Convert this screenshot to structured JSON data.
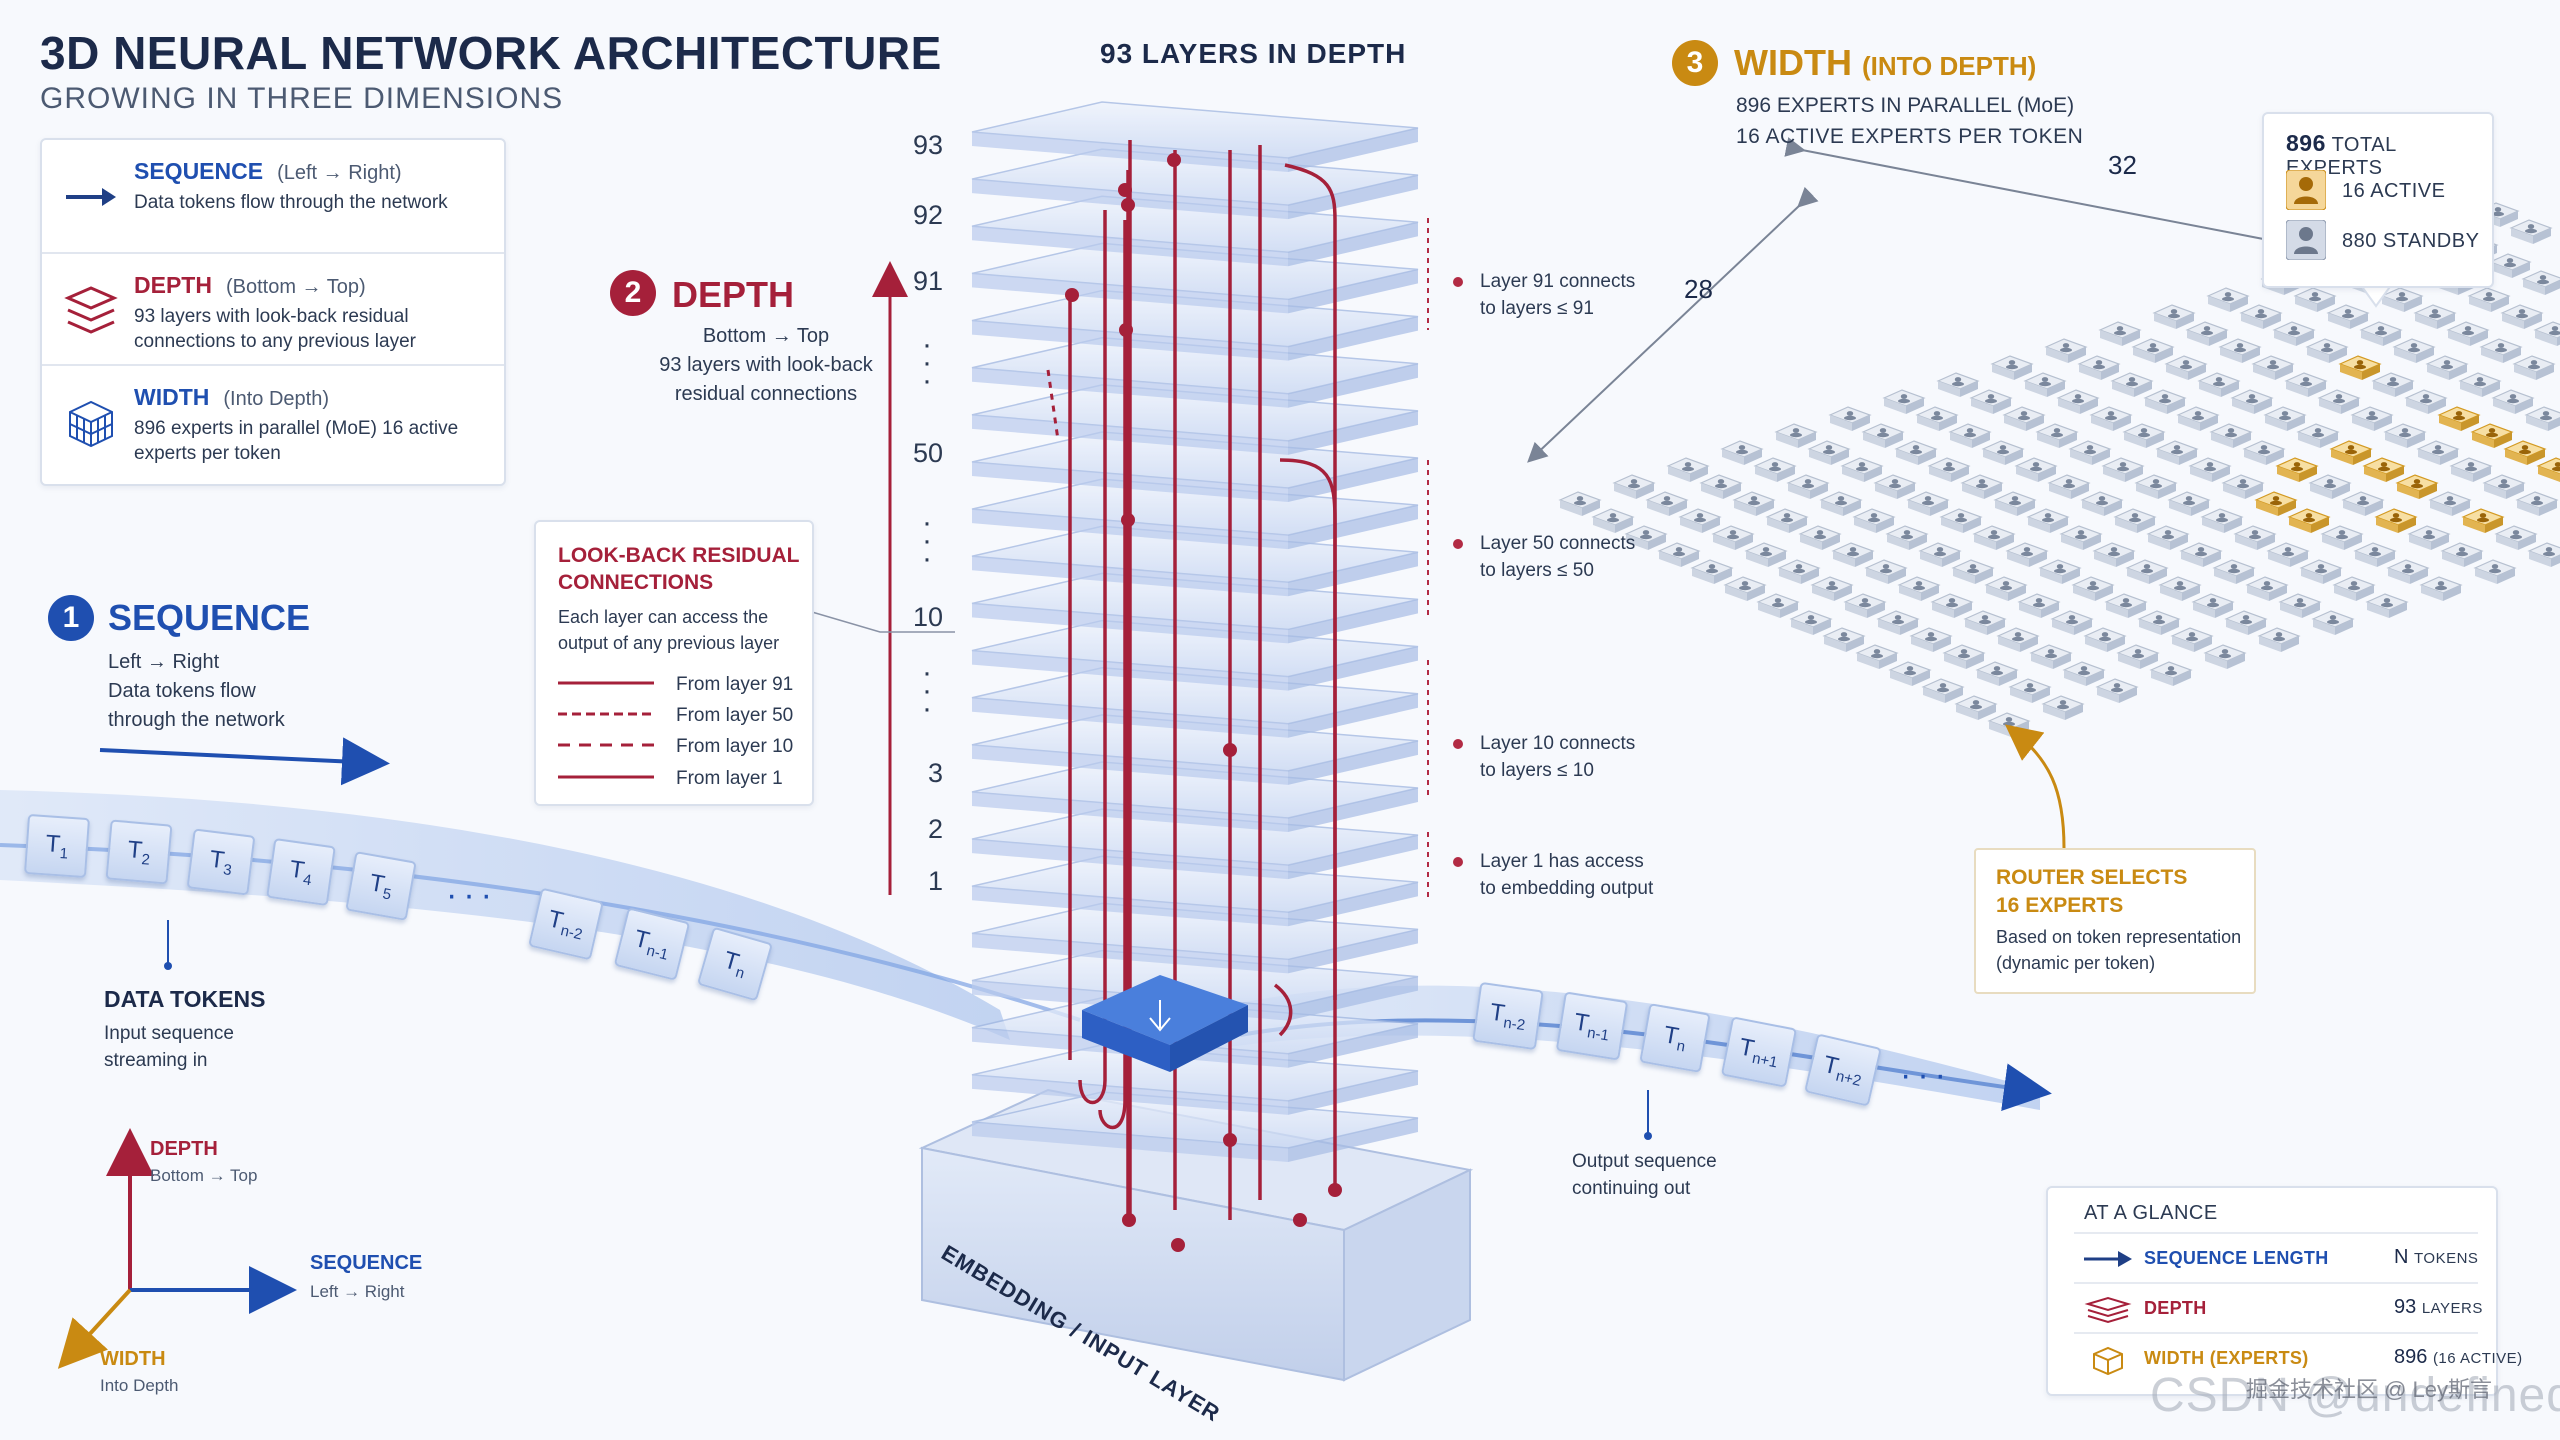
{
  "title": "3D NEURAL NETWORK ARCHITECTURE",
  "subtitle": "GROWING IN THREE DIMENSIONS",
  "legend": [
    {
      "title": "SEQUENCE",
      "hint": "(Left → Right)",
      "desc": "Data tokens flow through the network",
      "icon": "arrow-right-icon",
      "color": "#1f4fb0"
    },
    {
      "title": "DEPTH",
      "hint": "(Bottom → Top)",
      "desc": "93 layers with look-back residual connections to any previous layer",
      "icon": "stacked-layers-icon",
      "color": "#a5203a"
    },
    {
      "title": "WIDTH",
      "hint": "(Into Depth)",
      "desc": "896 experts in parallel (MoE) 16 active experts per token",
      "icon": "cube-grid-icon",
      "color": "#1f4fb0"
    }
  ],
  "sequence_section": {
    "number": "1",
    "title": "SEQUENCE",
    "line1": "Left → Right",
    "line2": "Data tokens flow",
    "line3": "through the network"
  },
  "depth_section": {
    "number": "2",
    "title": "DEPTH",
    "line1": "Bottom → Top",
    "line2": "93 layers with look-back",
    "line3": "residual connections"
  },
  "width_section": {
    "number": "3",
    "title": "WIDTH",
    "title_hint": "(INTO DEPTH)",
    "line1": "896 EXPERTS IN PARALLEL (MoE)",
    "line2": "16 ACTIVE EXPERTS PER TOKEN"
  },
  "tower": {
    "header": "93 LAYERS IN DEPTH",
    "base_label": "EMBEDDING / INPUT LAYER",
    "layer_numbers": [
      "93",
      "92",
      "91",
      "50",
      "10",
      "3",
      "2",
      "1"
    ]
  },
  "lookback": {
    "title_line1": "LOOK-BACK RESIDUAL",
    "title_line2": "CONNECTIONS",
    "desc": "Each layer can access the output of any previous layer",
    "entries": [
      "From layer 91",
      "From layer 50",
      "From layer 10",
      "From layer 1"
    ]
  },
  "connections": [
    {
      "line1": "Layer 91 connects",
      "line2": "to layers ≤ 91"
    },
    {
      "line1": "Layer 50 connects",
      "line2": "to layers ≤ 50"
    },
    {
      "line1": "Layer 10 connects",
      "line2": "to layers ≤ 10"
    },
    {
      "line1": "Layer 1 has access",
      "line2": "to embedding output"
    }
  ],
  "tokens_in": [
    "T",
    "T",
    "T",
    "T",
    "T",
    "T",
    "T",
    "T"
  ],
  "tokens_in_subs": [
    "1",
    "2",
    "3",
    "4",
    "5",
    "n-2",
    "n-1",
    "n"
  ],
  "tokens_out_subs": [
    "n-2",
    "n-1",
    "n",
    "n+1",
    "n+2"
  ],
  "data_tokens": {
    "title": "DATA TOKENS",
    "line1": "Input sequence",
    "line2": "streaming in"
  },
  "output_seq": {
    "line1": "Output sequence",
    "line2": "continuing out"
  },
  "axes": {
    "depth": {
      "title": "DEPTH",
      "hint": "Bottom → Top"
    },
    "sequence": {
      "title": "SEQUENCE",
      "hint": "Left → Right"
    },
    "width": {
      "title": "WIDTH",
      "hint": "Into Depth"
    }
  },
  "grid": {
    "dim_a": "32",
    "dim_b": "28"
  },
  "totals": {
    "total_value": "896",
    "total_label": "TOTAL EXPERTS",
    "active": "16 ACTIVE",
    "standby": "880 STANDBY"
  },
  "router": {
    "title_line1": "ROUTER SELECTS",
    "title_line2": "16 EXPERTS",
    "desc_line1": "Based on token representation",
    "desc_line2": "(dynamic per token)"
  },
  "glance": {
    "title": "AT A GLANCE",
    "rows": [
      {
        "name": "SEQUENCE LENGTH",
        "value": "N",
        "unit": "TOKENS"
      },
      {
        "name": "DEPTH",
        "value": "93",
        "unit": "LAYERS"
      },
      {
        "name": "WIDTH (EXPERTS)",
        "value": "896",
        "unit": "(16 ACTIVE)"
      }
    ]
  },
  "watermark": "CSDN @undefined",
  "watermark2": "掘金技术社区 @ Ley斯言",
  "colors": {
    "sequence": "#1f4fb0",
    "depth": "#a5203a",
    "width": "#c98a12",
    "navy": "#1c2a4a"
  }
}
